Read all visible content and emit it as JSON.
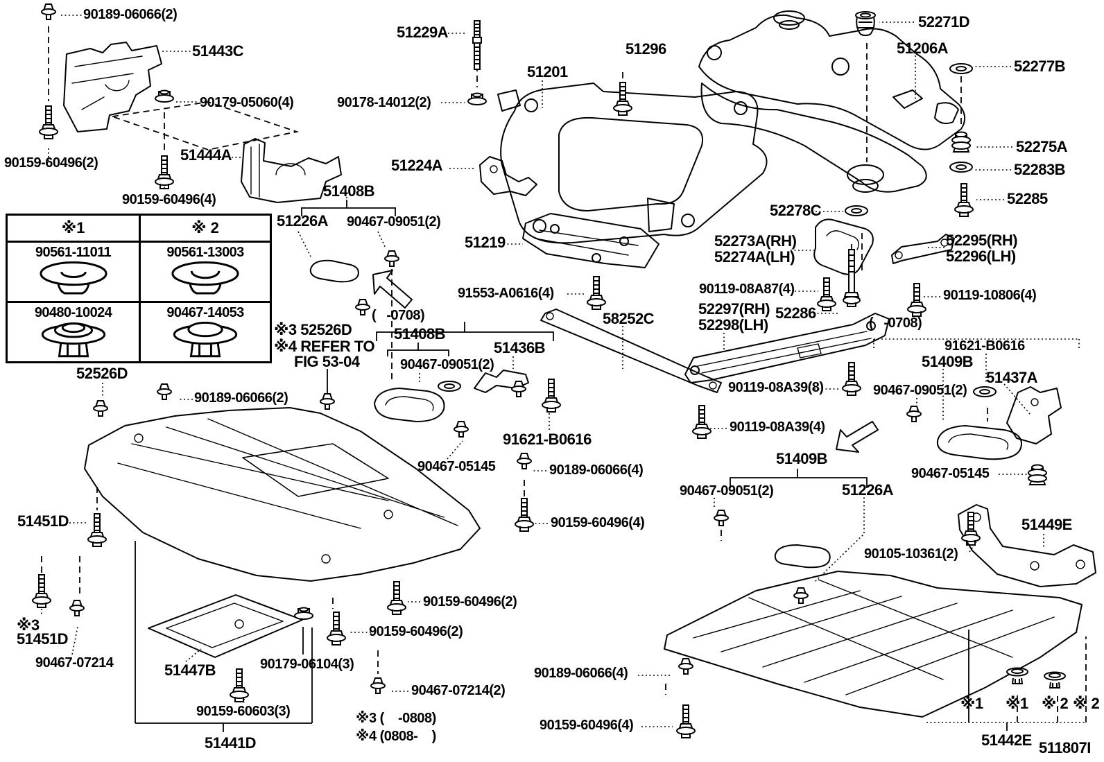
{
  "title": "Suspension crossmember & under cover parts diagram",
  "colors": {
    "ink": "#000000",
    "paper": "#ffffff"
  },
  "fig_code": "511807I",
  "table": {
    "headers": [
      "※1",
      "※ 2"
    ],
    "rows": [
      [
        "90561-11011",
        "90561-13003"
      ],
      [
        "90480-10024",
        "90467-14053"
      ]
    ]
  },
  "labels": [
    "90189-06066(2)",
    "51443C",
    "90179-05060(4)",
    "90159-60496(2)",
    "51444A",
    "90159-60496(4)",
    "51229A",
    "90178-14012(2)",
    "51201",
    "51296",
    "51224A",
    "51219",
    "91553-A0616(4)",
    "58252C",
    "52271D",
    "51206A",
    "52277B",
    "52275A",
    "52283B",
    "52285",
    "52278C",
    "52273A(RH)",
    "52274A(LH)",
    "52295(RH)",
    "52296(LH)",
    "90119-08A87(4)",
    "90119-10806(4)",
    "52297(RH)",
    "52298(LH)",
    "52286",
    "51226A",
    "90467-09051(2)",
    "(   -0708)",
    "51408B",
    "※3 52526D",
    "※4 REFER TO",
    "FIG 53-04",
    "51408B",
    "90467-09051(2)",
    "51436B",
    "91621-B0616",
    "90467-05145",
    "90189-06066(4)",
    "90159-60496(4)",
    "90119-08A39(8)",
    "90119-08A39(4)",
    "(   -0708)",
    "91621-B0616",
    "51409B",
    "51437A",
    "90467-09051(2)",
    "51409B",
    "90467-09051(2)",
    "51226A",
    "90467-05145",
    "90105-10361(2)",
    "51449E",
    "52526D",
    "90189-06066(2)",
    "51451D",
    "※3",
    "51451D",
    "90467-07214",
    "51447B",
    "90179-06104(3)",
    "90159-60603(3)",
    "51441D",
    "90159-60496(2)",
    "90159-60496(2)",
    "90467-07214(2)",
    "※3 (    -0808)",
    "※4 (0808-    )",
    "90189-06066(4)",
    "90159-60496(4)",
    "※1",
    "※1",
    "※ 2",
    "※ 2",
    "51442E",
    "511807I"
  ]
}
